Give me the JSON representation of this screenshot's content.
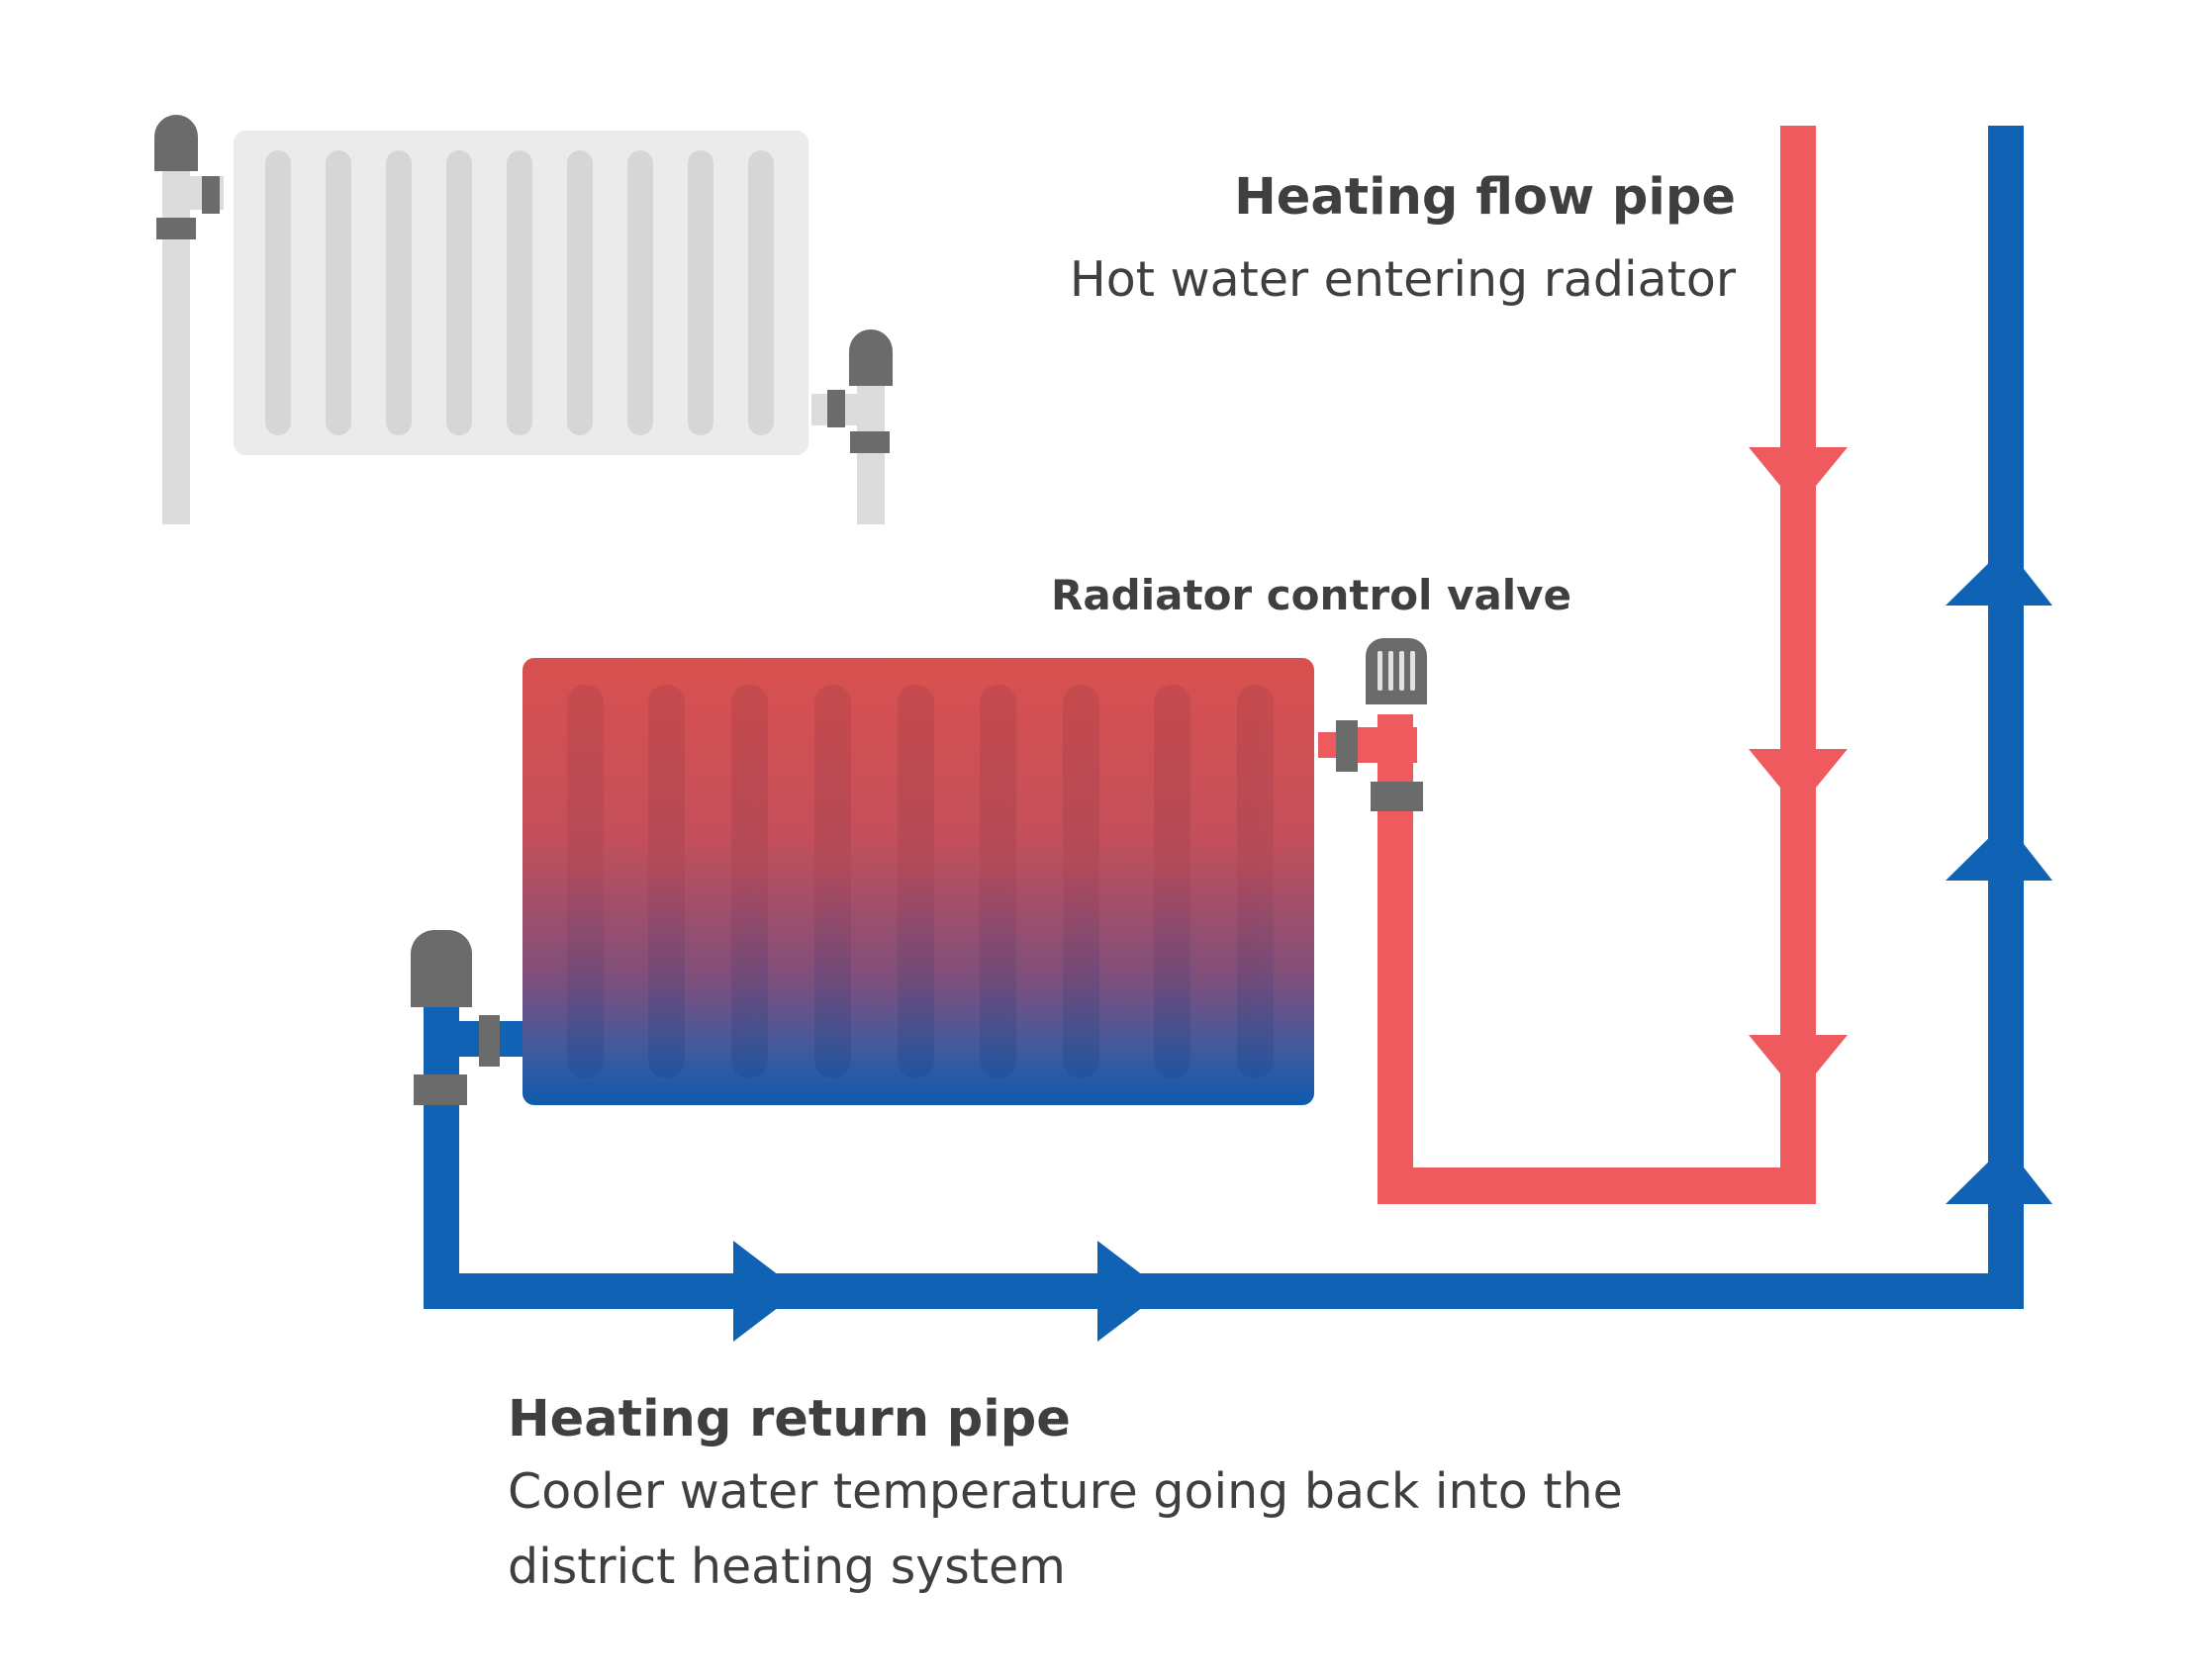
{
  "labels": {
    "flow_title": "Heating flow pipe",
    "flow_desc": "Hot water entering radiator",
    "valve": "Radiator control valve",
    "return_title": "Heating return pipe",
    "return_desc": "Cooler water temperature going back into the district heating system"
  },
  "colors": {
    "hot": "#ef5a5e",
    "cold": "#1063b4",
    "radiator_hot": "#d9514f",
    "radiator_cold": "#0e5bad",
    "inactive_radiator": "#ebebeb",
    "inactive_fin": "#d6d6d6",
    "inactive_pipe": "#dcdcdc",
    "valve_grey": "#6b6b6b",
    "text": "#3f3f3f"
  },
  "icons": {
    "flow_arrows": "arrow-down-icon",
    "return_arrows": "arrow-right-icon",
    "riser_arrows": "arrow-up-icon"
  }
}
